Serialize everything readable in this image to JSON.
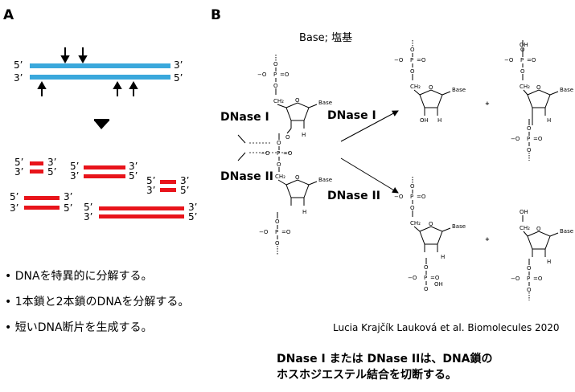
{
  "panel_a": {
    "label": "A",
    "ends": {
      "five": "5’",
      "three": "3’"
    },
    "bullets": [
      "DNAを特異的に分解する。",
      "1本鎖と2本鎖のDNAを分解する。",
      "短いDNA断片を生成する。"
    ],
    "colors": {
      "strand": "#3aa8dc",
      "fragment": "#e8141b",
      "arrow": "#000000"
    }
  },
  "panel_b": {
    "label": "B",
    "base_title": "Base; 塩基",
    "dnase1": "DNase I",
    "dnase2": "DNase II",
    "citation": "Lucia Krajčík Lauková et al. Biomolecules 2020",
    "caption_line1": "DNase I または DNase IIは、DNA鎖の",
    "caption_line2": "ホスホジエステル結合を切断する。",
    "chem": {
      "base": "Base",
      "o": "O",
      "p": "P",
      "oh": "OH",
      "h": "H",
      "ch2": "CH₂",
      "neg_o": "−O",
      "plus": "+",
      "eq_o": "=O"
    }
  }
}
